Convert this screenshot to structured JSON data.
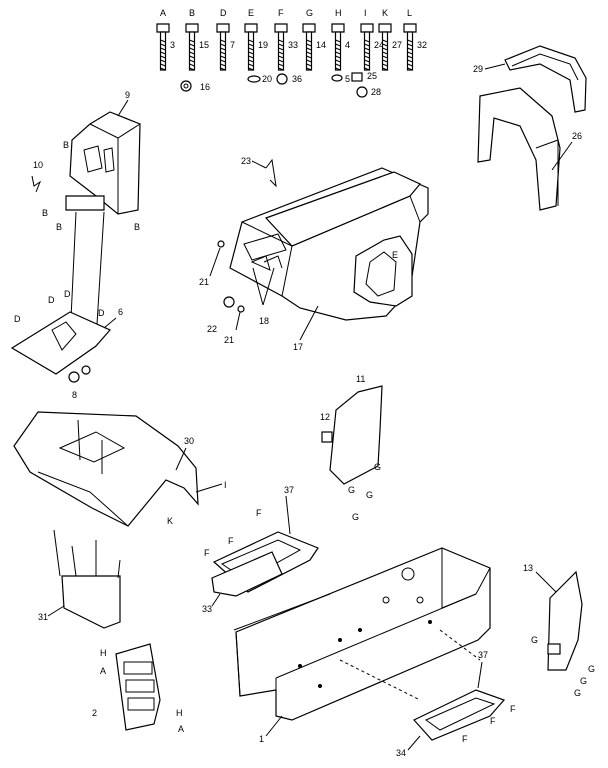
{
  "diagram": {
    "hardware": [
      {
        "letter": "A",
        "num": "3"
      },
      {
        "letter": "B",
        "num": "15"
      },
      {
        "letter": "D",
        "num": "7"
      },
      {
        "letter": "E",
        "num": "19"
      },
      {
        "letter": "F",
        "num": "33"
      },
      {
        "letter": "G",
        "num": "14"
      },
      {
        "letter": "H",
        "num": "4"
      },
      {
        "letter": "I",
        "num": "24"
      },
      {
        "letter": "K",
        "num": "27"
      },
      {
        "letter": "L",
        "num": "32"
      }
    ],
    "small_parts": {
      "n16": "16",
      "n20": "20",
      "n36": "36",
      "n5": "5",
      "n25": "25",
      "n28": "28"
    },
    "callouts": {
      "p1": "1",
      "p2": "2",
      "p6": "6",
      "p8": "8",
      "p9": "9",
      "p10": "10",
      "p11": "11",
      "p12": "12",
      "p13": "13",
      "p17": "17",
      "p18": "18",
      "p21a": "21",
      "p21b": "21",
      "p22": "22",
      "p23": "23",
      "p26": "26",
      "p29": "29",
      "p30": "30",
      "p31": "31",
      "p33": "33",
      "p34": "34",
      "p37a": "37",
      "p37b": "37"
    },
    "letters": {
      "B": "B",
      "D": "D",
      "E": "E",
      "F": "F",
      "G": "G",
      "H": "H",
      "A": "A",
      "I": "I",
      "K": "K",
      "L": "L"
    }
  }
}
